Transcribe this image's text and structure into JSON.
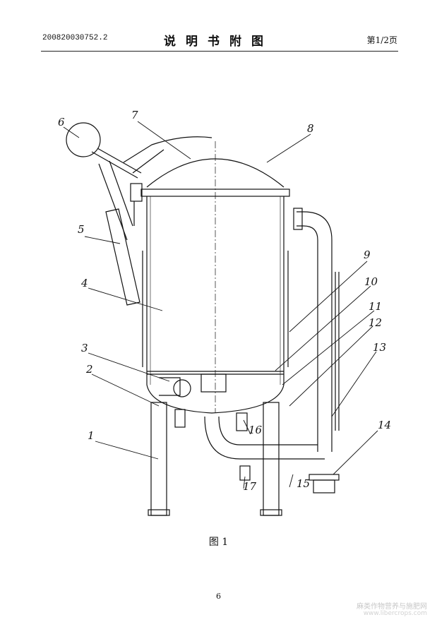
{
  "header": {
    "app_number": "200820030752.2",
    "title": "说明书附图",
    "page": "第1/2页"
  },
  "figure": {
    "caption": "图 1",
    "part_labels": [
      "1",
      "2",
      "3",
      "4",
      "5",
      "6",
      "7",
      "8",
      "9",
      "10",
      "11",
      "12",
      "13",
      "14",
      "15",
      "16",
      "17"
    ]
  },
  "footer": {
    "page_number": "6"
  },
  "watermark": {
    "line1": "麻类作物营养与施肥网",
    "line2": "www.libercrops.com"
  }
}
